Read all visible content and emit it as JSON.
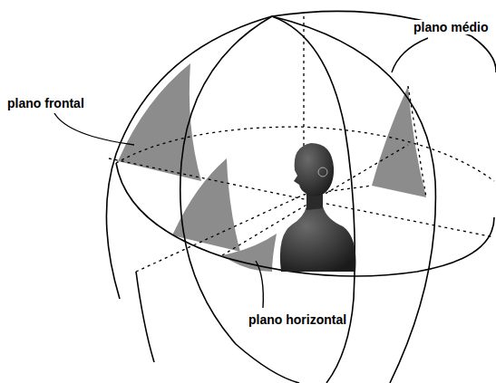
{
  "diagram": {
    "labels": [
      "plano frontal",
      "plano médio",
      "plano horizontal"
    ]
  }
}
